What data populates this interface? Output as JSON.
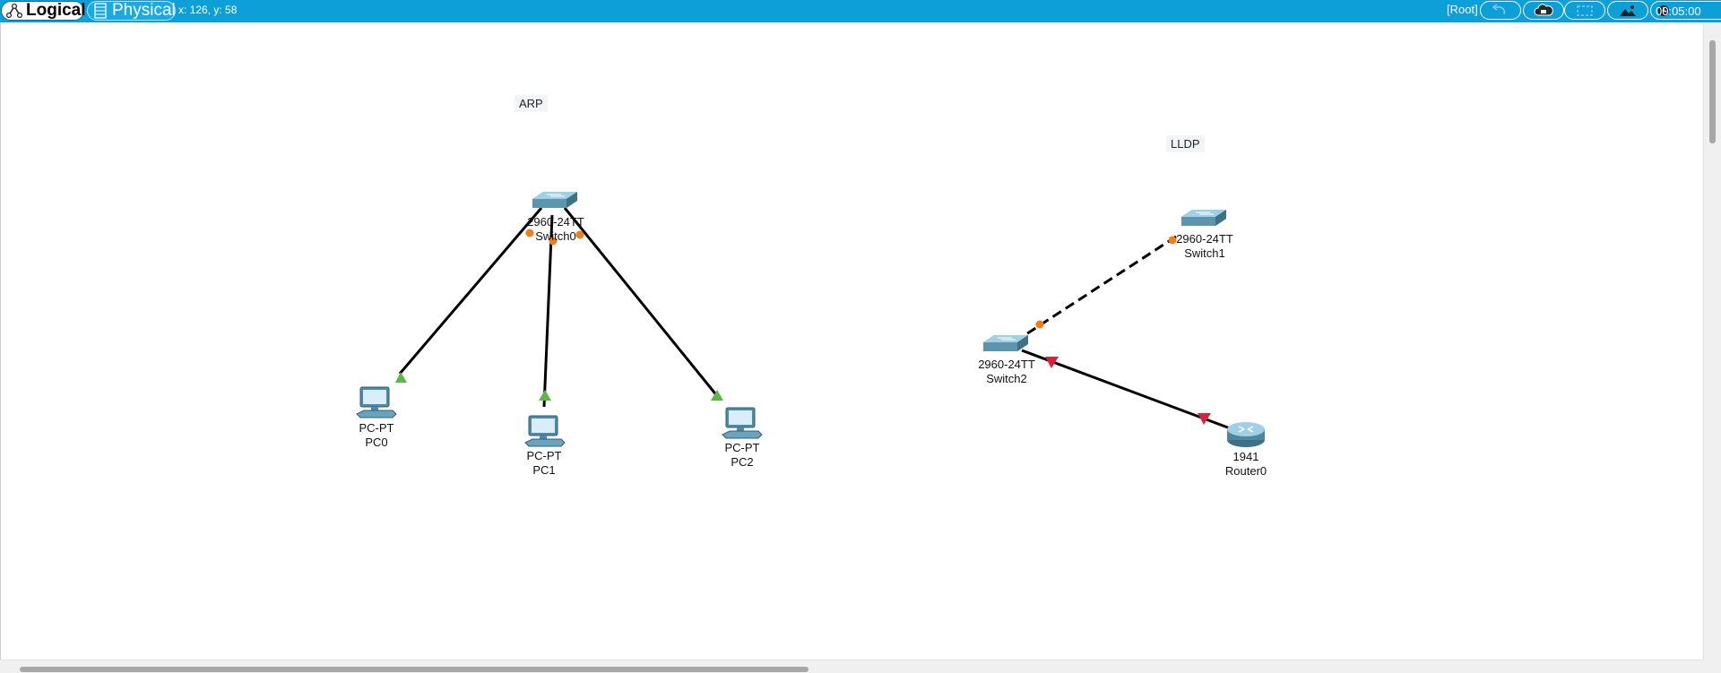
{
  "tabs": {
    "logical": "Logical",
    "physical": "Physical"
  },
  "status": {
    "coords": "x: 126, y: 58",
    "root": "[Root]",
    "time": "00:05:00"
  },
  "notes": {
    "arp": "ARP",
    "lldp": "LLDP"
  },
  "devices": {
    "switch0": {
      "model": "2960-24TT",
      "name": "Switch0"
    },
    "switch1": {
      "model": "2960-24TT",
      "name": "Switch1"
    },
    "switch2": {
      "model": "2960-24TT",
      "name": "Switch2"
    },
    "pc0": {
      "model": "PC-PT",
      "name": "PC0"
    },
    "pc1": {
      "model": "PC-PT",
      "name": "PC1"
    },
    "pc2": {
      "model": "PC-PT",
      "name": "PC2"
    },
    "router0": {
      "model": "1941",
      "name": "Router0"
    }
  },
  "links": [
    {
      "from": "Switch0",
      "to": "PC0",
      "type": "copper-straight",
      "from_status": "orange",
      "to_status": "green-up"
    },
    {
      "from": "Switch0",
      "to": "PC1",
      "type": "copper-straight",
      "from_status": "orange",
      "to_status": "green-up"
    },
    {
      "from": "Switch0",
      "to": "PC2",
      "type": "copper-straight",
      "from_status": "orange",
      "to_status": "green-up"
    },
    {
      "from": "Switch1",
      "to": "Switch2",
      "type": "copper-cross",
      "from_status": "orange",
      "to_status": "orange"
    },
    {
      "from": "Switch2",
      "to": "Router0",
      "type": "copper-straight",
      "from_status": "red-down",
      "to_status": "red-down"
    }
  ],
  "colors": {
    "toolbar": "#0d9fd8",
    "link_up": "#5cb844",
    "link_down": "#d9213c",
    "link_pending": "#f07f18"
  },
  "icons": {
    "logical_tab": "topology-icon",
    "physical_tab": "rack-icon",
    "toolbar_buttons": [
      "back-icon",
      "cloud-icon",
      "viewport-icon",
      "background-image-icon",
      "clock-icon"
    ]
  }
}
